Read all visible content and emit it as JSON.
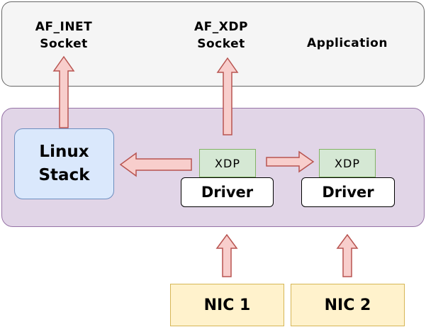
{
  "application": {
    "af_inet_line1": "AF_INET",
    "af_inet_line2": "Socket",
    "af_xdp_line1": "AF_XDP",
    "af_xdp_line2": "Socket",
    "label": "Application"
  },
  "kernel": {
    "linux_stack_line1": "Linux",
    "linux_stack_line2": "Stack",
    "xdp1": "XDP",
    "driver1": "Driver",
    "xdp2": "XDP",
    "driver2": "Driver"
  },
  "nics": {
    "nic1": "NIC 1",
    "nic2": "NIC 2"
  },
  "colors": {
    "application_fill": "#f5f5f5",
    "kernel_fill": "#e1d5e7",
    "linux_stack_fill": "#dae8fc",
    "xdp_fill": "#d5e8d4",
    "nic_fill": "#fff2cc",
    "arrow_fill": "#f8cecc",
    "arrow_stroke": "#b85450"
  }
}
